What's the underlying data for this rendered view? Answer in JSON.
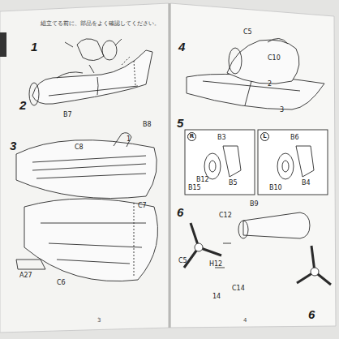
{
  "diagram": {
    "labels": [
      "組立てる前に、部品をよく確認してください。",
      "1",
      "2",
      "3",
      "B7",
      "B8",
      "C8",
      "1",
      "C7",
      "C6",
      "A27",
      "3",
      "4",
      "C5",
      "C10",
      "2",
      "3",
      "5",
      "R",
      "L",
      "B3",
      "B5",
      "B6",
      "B4",
      "B15",
      "B12",
      "B10",
      "B9",
      "6",
      "C12",
      "H12",
      "C5",
      "C14",
      "14",
      "6",
      "4"
    ]
  }
}
